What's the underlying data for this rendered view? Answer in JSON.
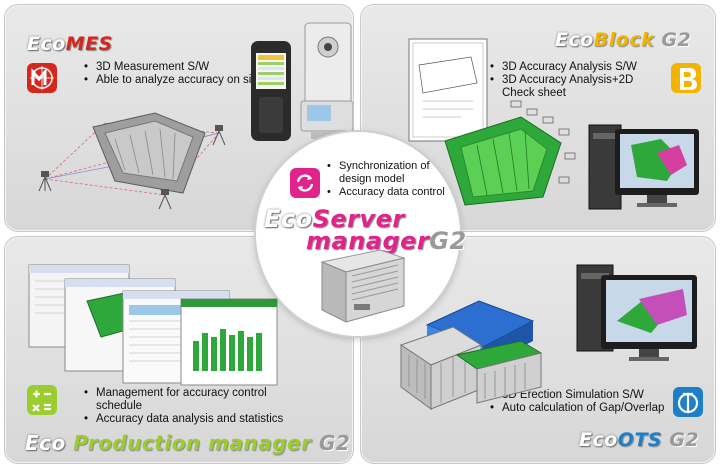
{
  "panels": {
    "mes": {
      "brand_prefix": "Eco",
      "brand_name": "MES",
      "bullets": [
        "3D Measurement  S/W",
        "Able to analyze accuracy on site"
      ]
    },
    "block": {
      "brand_prefix": "Eco",
      "brand_name": "Block",
      "brand_suffix": "G2",
      "bullets": [
        "3D Accuracy Analysis  S/W",
        "3D Accuracy Analysis+2D Check sheet"
      ]
    },
    "production": {
      "brand_prefix": "Eco",
      "brand_name": "Production manager",
      "brand_suffix": "G2",
      "bullets": [
        "Management for accuracy control schedule",
        "Accuracy data analysis and statistics"
      ]
    },
    "ots": {
      "brand_prefix": "Eco",
      "brand_name": "OTS",
      "brand_suffix": "G2",
      "bullets": [
        "3D Erection Simulation S/W",
        "Auto calculation of Gap/Overlap"
      ]
    }
  },
  "center": {
    "brand_prefix": "Eco",
    "brand_name_1": "Server",
    "brand_name_2": "manager",
    "brand_suffix": "G2",
    "bullets": [
      "Synchronization of design model",
      "Accuracy data control"
    ]
  },
  "icons": {
    "mes": "mes-m-logo-icon",
    "block": "block-b-logo-icon",
    "production": "production-calculator-logo-icon",
    "ots": "ots-logo-icon",
    "server": "server-sync-logo-icon"
  },
  "colors": {
    "mes_red": "#d4281f",
    "block_yellow": "#f2b400",
    "production_green": "#9acd2d",
    "ots_blue": "#1e7fc8",
    "server_magenta": "#e0248c"
  }
}
